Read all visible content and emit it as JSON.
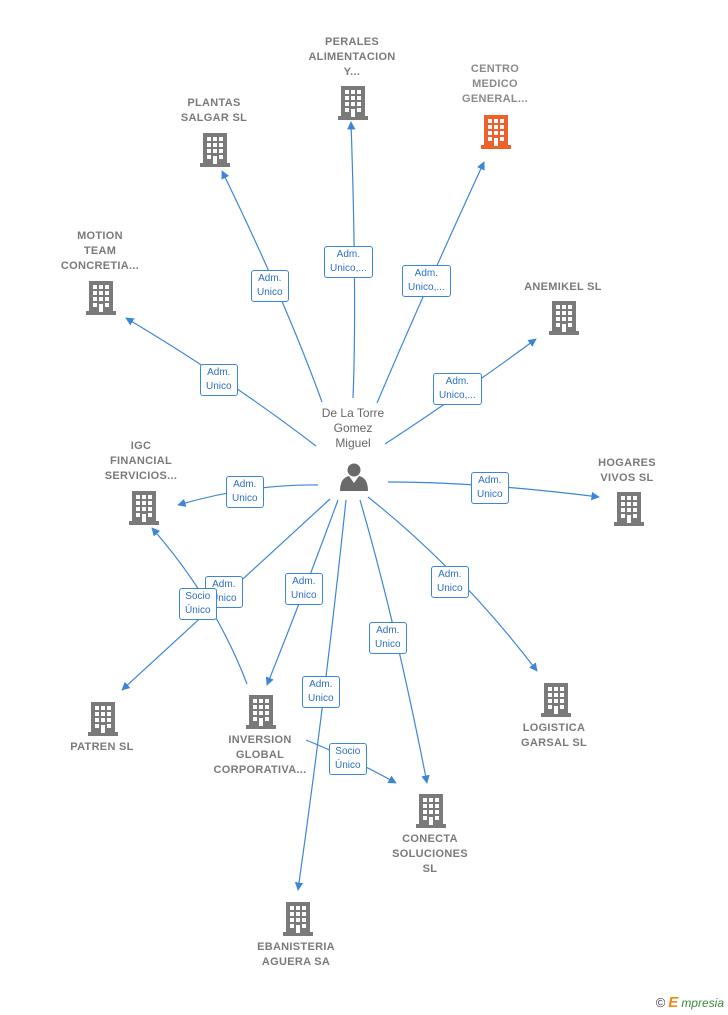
{
  "center": {
    "name_lines": [
      "De La Torre",
      "Gomez",
      "Miguel"
    ],
    "icon": "person-icon"
  },
  "nodes": [
    {
      "id": "perales",
      "lines": [
        "PERALES",
        "ALIMENTACION",
        "Y..."
      ],
      "highlight": false
    },
    {
      "id": "centro",
      "lines": [
        "CENTRO",
        "MEDICO",
        "GENERAL..."
      ],
      "highlight": true
    },
    {
      "id": "plantas",
      "lines": [
        "PLANTAS",
        "SALGAR  SL"
      ],
      "highlight": false
    },
    {
      "id": "motion",
      "lines": [
        "MOTION",
        "TEAM",
        "CONCRETIA..."
      ],
      "highlight": false
    },
    {
      "id": "anemikel",
      "lines": [
        "ANEMIKEL  SL"
      ],
      "highlight": false
    },
    {
      "id": "igc",
      "lines": [
        "IGC",
        "FINANCIAL",
        "SERVICIOS..."
      ],
      "highlight": false
    },
    {
      "id": "hogares",
      "lines": [
        "HOGARES",
        "VIVOS  SL"
      ],
      "highlight": false
    },
    {
      "id": "patren",
      "lines": [
        "PATREN SL"
      ],
      "highlight": false
    },
    {
      "id": "inversion",
      "lines": [
        "INVERSION",
        "GLOBAL",
        "CORPORATIVA..."
      ],
      "highlight": false
    },
    {
      "id": "logistica",
      "lines": [
        "LOGISTICA",
        "GARSAL  SL"
      ],
      "highlight": false
    },
    {
      "id": "conecta",
      "lines": [
        "CONECTA",
        "SOLUCIONES",
        "SL"
      ],
      "highlight": false
    },
    {
      "id": "ebanisteria",
      "lines": [
        "EBANISTERIA",
        "AGUERA SA"
      ],
      "highlight": false
    }
  ],
  "edge_labels": [
    {
      "id": "e-perales",
      "lines": [
        "Adm.",
        "Unico,..."
      ]
    },
    {
      "id": "e-centro",
      "lines": [
        "Adm.",
        "Unico,..."
      ]
    },
    {
      "id": "e-plantas",
      "lines": [
        "Adm.",
        "Unico"
      ]
    },
    {
      "id": "e-motion",
      "lines": [
        "Adm.",
        "Unico"
      ]
    },
    {
      "id": "e-anemikel",
      "lines": [
        "Adm.",
        "Unico,..."
      ]
    },
    {
      "id": "e-igc",
      "lines": [
        "Adm.",
        "Unico"
      ]
    },
    {
      "id": "e-hogares",
      "lines": [
        "Adm.",
        "Unico"
      ]
    },
    {
      "id": "e-patren",
      "lines": [
        "Adm.",
        "Unico"
      ]
    },
    {
      "id": "e-inversion",
      "lines": [
        "Adm.",
        "Unico"
      ]
    },
    {
      "id": "e-logistica",
      "lines": [
        "Adm.",
        "Unico"
      ]
    },
    {
      "id": "e-conecta",
      "lines": [
        "Adm.",
        "Unico"
      ]
    },
    {
      "id": "e-ebanisteria",
      "lines": [
        "Adm.",
        "Unico"
      ]
    },
    {
      "id": "e-socio-igc",
      "lines": [
        "Socio",
        "Único"
      ]
    },
    {
      "id": "e-socio-conecta",
      "lines": [
        "Socio",
        "Único"
      ]
    }
  ],
  "colors": {
    "edge": "#3d86d6",
    "building": "#7a7a7a",
    "building_highlight": "#f0602c",
    "person": "#6a6a6a"
  },
  "footer": {
    "copyright": "©",
    "brand_initial": "E",
    "brand_rest": "mpresia"
  }
}
